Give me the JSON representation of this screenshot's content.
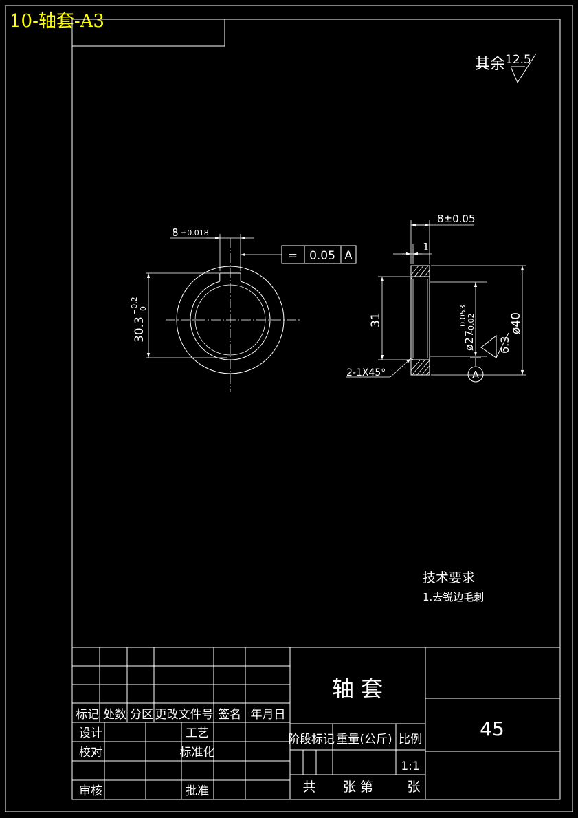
{
  "drawing": {
    "header_label": "10-轴套-A3",
    "surface_finish": {
      "prefix": "其余",
      "value": "12.5"
    },
    "front_view": {
      "keyway_width": "8",
      "keyway_tol": "±0.018",
      "height_value": "30.3",
      "height_tol_upper": "+0.2",
      "height_tol_lower": "0",
      "symmetry": {
        "symbol": "=",
        "tolerance": "0.05",
        "datum": "A"
      }
    },
    "section_view": {
      "width_dim": "8±0.05",
      "chamfer_width": "1",
      "length": "31",
      "chamfer_note": "2-1X45°",
      "bore_dia": "ø27",
      "bore_tol_upper": "+0.053",
      "bore_tol_lower": "-0.02",
      "outer_dia": "ø40",
      "roughness": "6.3",
      "datum_label": "A"
    },
    "tech_requirements": {
      "title": "技术要求",
      "item1": "1.去锐边毛刺"
    }
  },
  "title_block": {
    "part_name": "轴 套",
    "material": "45",
    "headers": {
      "mark": "标记",
      "count": "处数",
      "zone": "分区",
      "doc_no": "更改文件号",
      "sign": "签名",
      "date": "年月日"
    },
    "roles": {
      "design": "设计",
      "check": "校对",
      "review": "审核",
      "process": "工艺",
      "standard": "标准化",
      "approve": "批准"
    },
    "info": {
      "stage": "阶段标记",
      "weight": "重量(公斤)",
      "scale_label": "比例",
      "scale": "1:1"
    },
    "sheets": {
      "total": "共",
      "sheet": "张 第",
      "sheet_end": "张"
    }
  }
}
